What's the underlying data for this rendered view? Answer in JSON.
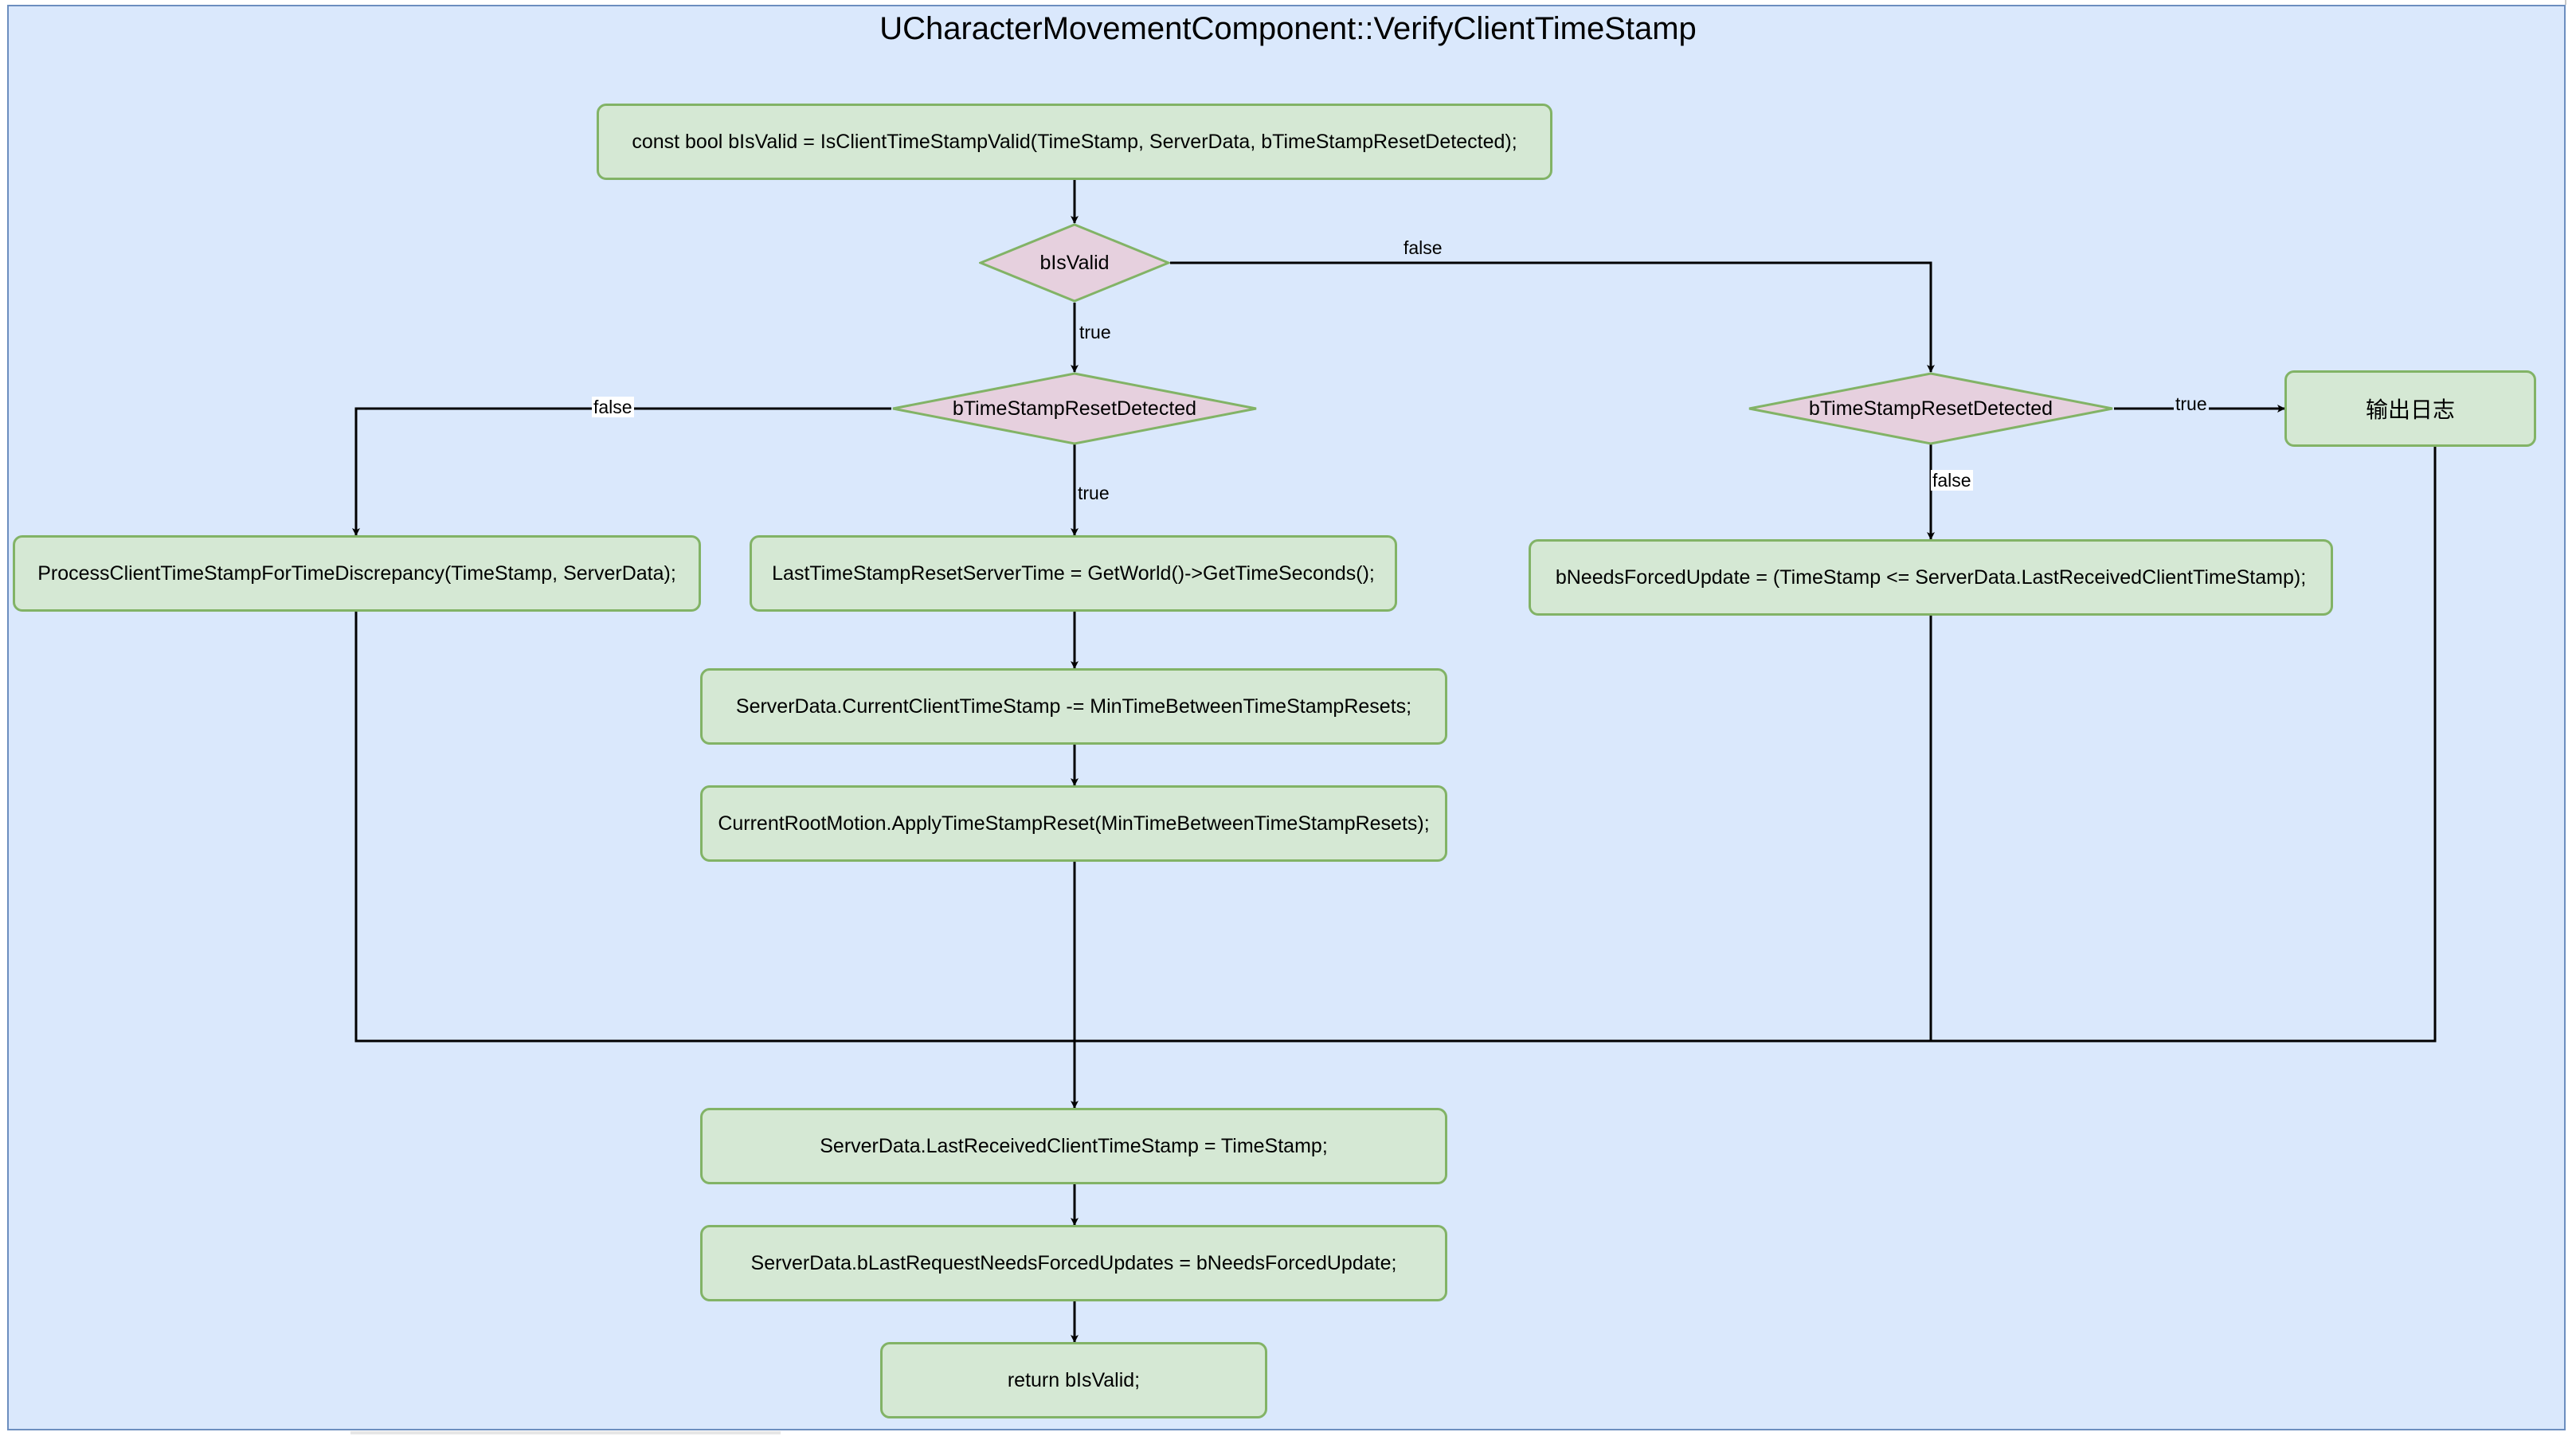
{
  "title": "UCharacterMovementComponent::VerifyClientTimeStamp",
  "nodes": {
    "is_valid_assign": "const bool bIsValid = IsClientTimeStampValid(TimeStamp, ServerData, bTimeStampResetDetected);",
    "decision_is_valid": "bIsValid",
    "decision_reset_left": "bTimeStampResetDetected",
    "decision_reset_right": "bTimeStampResetDetected",
    "log_output": "输出日志",
    "process_discrepancy": "ProcessClientTimeStampForTimeDiscrepancy(TimeStamp, ServerData);",
    "last_reset_time": "LastTimeStampResetServerTime = GetWorld()->GetTimeSeconds();",
    "needs_forced_update": "bNeedsForcedUpdate = (TimeStamp <= ServerData.LastReceivedClientTimeStamp);",
    "current_timestamp_adjust": "ServerData.CurrentClientTimeStamp -= MinTimeBetweenTimeStampResets;",
    "root_motion_reset": "CurrentRootMotion.ApplyTimeStampReset(MinTimeBetweenTimeStampResets);",
    "last_received_assign": "ServerData.LastReceivedClientTimeStamp = TimeStamp;",
    "last_request_forced": "ServerData.bLastRequestNeedsForcedUpdates = bNeedsForcedUpdate;",
    "return_valid": "return bIsValid;"
  },
  "edge_labels": {
    "is_valid_false": "false",
    "is_valid_true": "true",
    "reset_left_false": "false",
    "reset_left_true": "true",
    "reset_right_true": "true",
    "reset_right_false": "false"
  },
  "colors": {
    "background_fill": "#dae8fc",
    "background_stroke": "#6c8ebf",
    "process_fill": "#d5e8d4",
    "process_stroke": "#82b366",
    "decision_fill": "#e6d0de",
    "decision_stroke": "#82b366",
    "edge": "#000000"
  }
}
